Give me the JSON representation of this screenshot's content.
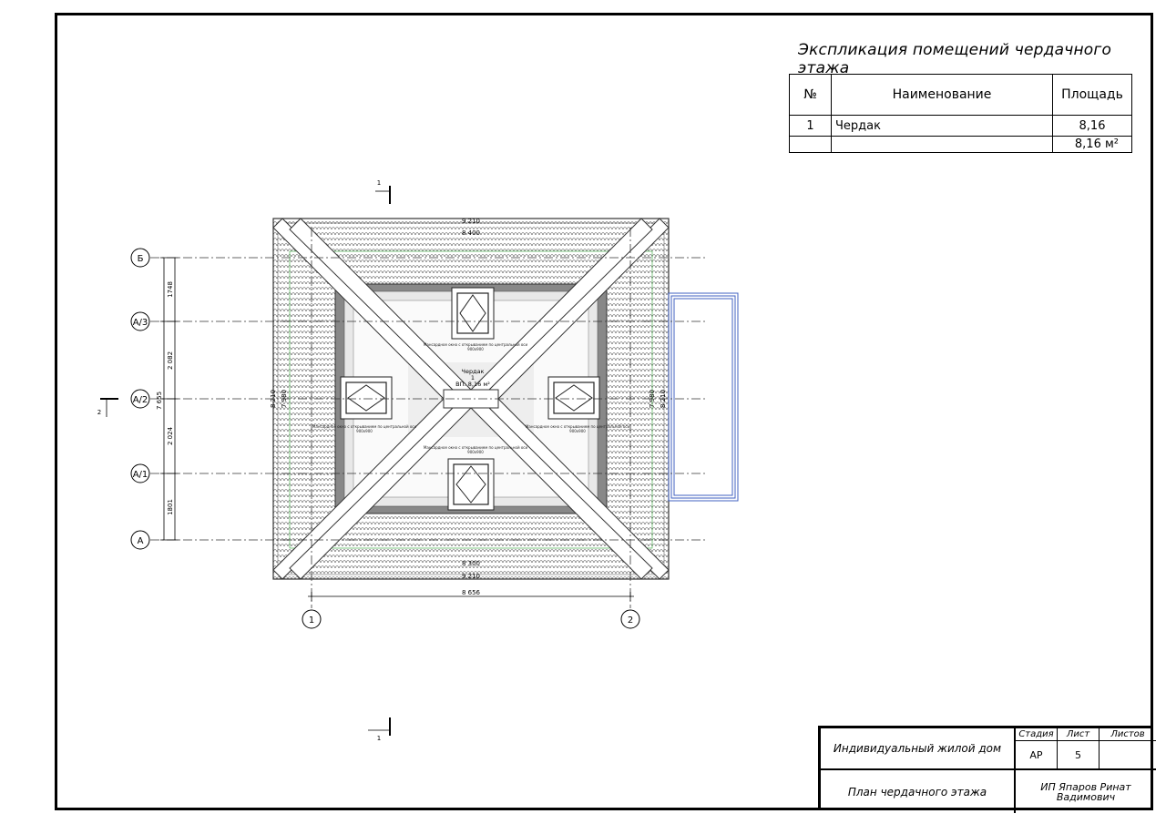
{
  "explication": {
    "title": "Экспликация помещений чердачного этажа",
    "headers": [
      "№",
      "Наименование",
      "Площадь"
    ],
    "rows": [
      {
        "num": "1",
        "name": "Чердак",
        "area": "8,16"
      }
    ],
    "total": "8,16 м²"
  },
  "axes": {
    "rows": [
      "Б",
      "А/3",
      "А/2",
      "А/1",
      "А"
    ],
    "columns": [
      "1",
      "2"
    ]
  },
  "dimensions": {
    "top_total": "9 210",
    "top_inner": "8 400",
    "bottom_total": "9 210",
    "bottom_inner": "8 300",
    "bottom_axes": "8 656",
    "left_segments": [
      "1748",
      "2 082",
      "2 024",
      "1801"
    ],
    "left_total": "7 655",
    "left_outer": "8 210",
    "left_inner": "7 980",
    "right_outer": "8 210",
    "right_inner": "7 980"
  },
  "room": {
    "name": "Чердак",
    "number": "1",
    "area": "ВП: 8,16 м²"
  },
  "windows": {
    "note": "Мансардное окно с открыванием по центральной оси",
    "size": "900х900"
  },
  "sections": {
    "cut1": "1",
    "cut2": "2"
  },
  "stamp": {
    "project": "Индивидуальный жилой дом",
    "sheet_title": "План чердачного этажа",
    "stage_label": "Стадия",
    "sheet_label": "Лист",
    "sheets_label": "Листов",
    "stage": "АР",
    "sheet": "5",
    "sheets": "",
    "author": "ИП Япаров Ринат Вадимович"
  }
}
